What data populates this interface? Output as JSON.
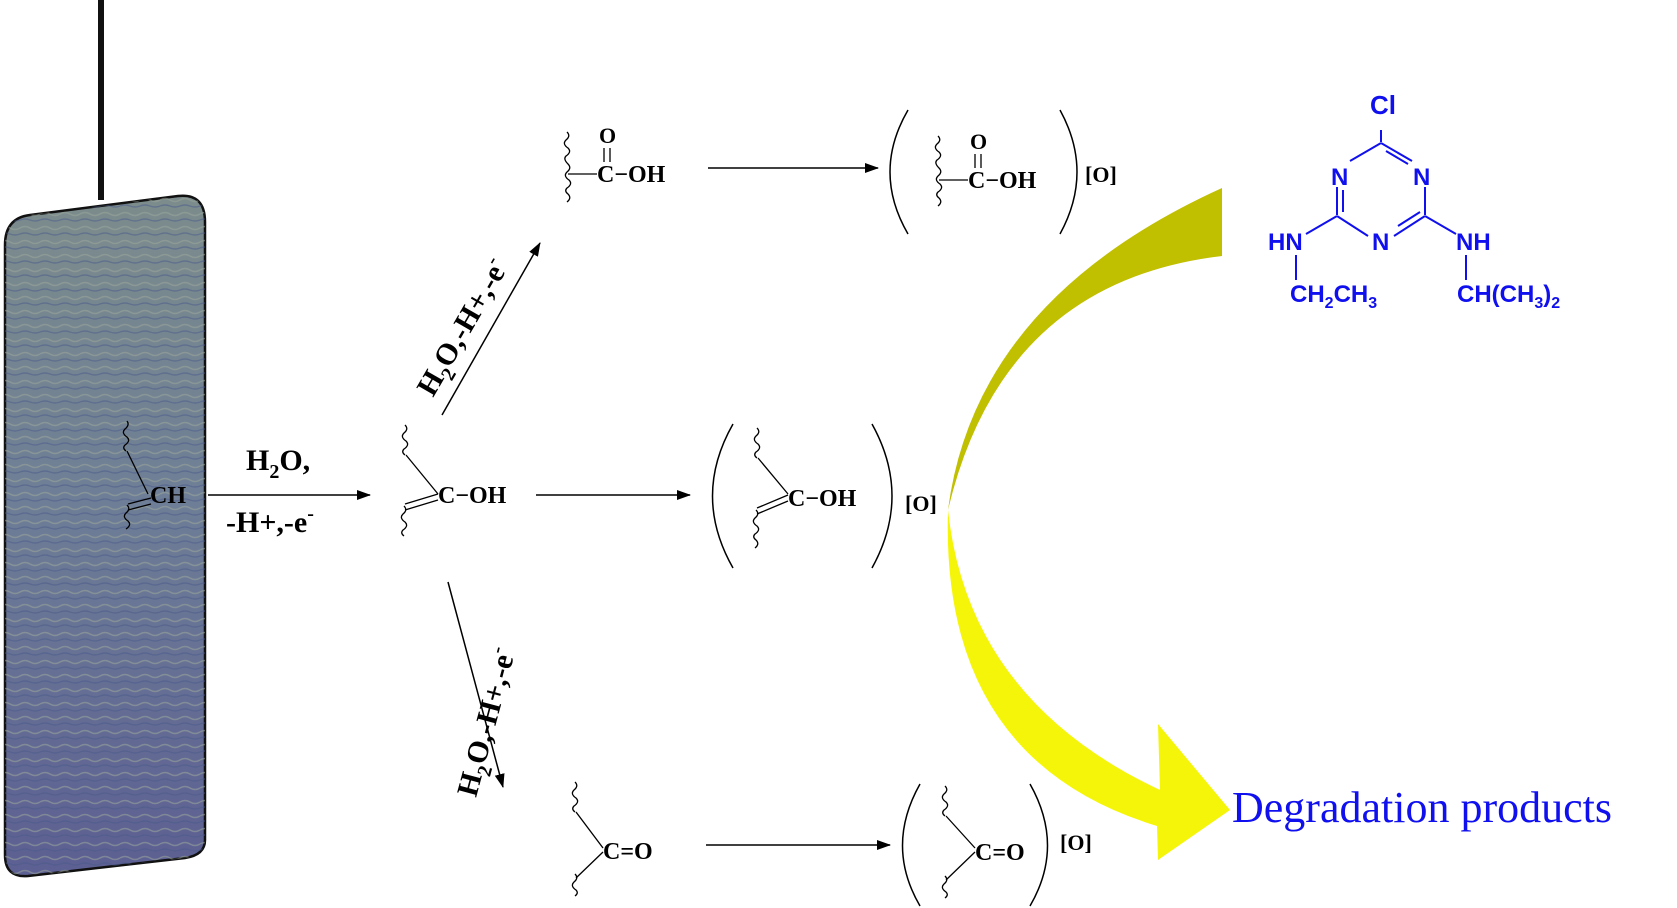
{
  "colors": {
    "electrode_fill": "#6a7a98",
    "electrode_stroke": "#111111",
    "arc_dark": "#c0bf00",
    "arc_light": "#f5f50a",
    "molecule": "#1010ee",
    "product_text": "#1010ee"
  },
  "electrode": {
    "group": "CH"
  },
  "center": {
    "reagent_line1_main": "H",
    "reagent_line1_sub": "2",
    "reagent_line1_tail": "O,",
    "reagent_line2_main": "-H+,-e",
    "reagent_line2_sup": "-",
    "intermediate": "C−OH"
  },
  "upper": {
    "reagent_main": "H",
    "reagent_sub": "2",
    "reagent_tail": "O,-H+,-e",
    "reagent_sup": "-",
    "oxygen": "O",
    "acid": "C−OH"
  },
  "lower": {
    "reagent_main": "H",
    "reagent_sub": "2",
    "reagent_tail": "O,-H+,-e",
    "reagent_sup": "-",
    "ketone": "C=O"
  },
  "oxidized": {
    "label": "[O]",
    "acid": "C−OH",
    "oxygen": "O",
    "enol": "C−OH",
    "ketone": "C=O"
  },
  "atrazine": {
    "cl": "Cl",
    "n": "N",
    "nh": "HN",
    "nh_right": "NH",
    "ethyl_main": "CH",
    "ethyl_sub": "2",
    "ethyl_tail": "CH",
    "ethyl_sub2": "3",
    "isopropyl_main": "CH(CH",
    "isopropyl_sub": "3",
    "isopropyl_tail": ")",
    "isopropyl_sub2": "2"
  },
  "products": {
    "label": "Degradation products"
  }
}
